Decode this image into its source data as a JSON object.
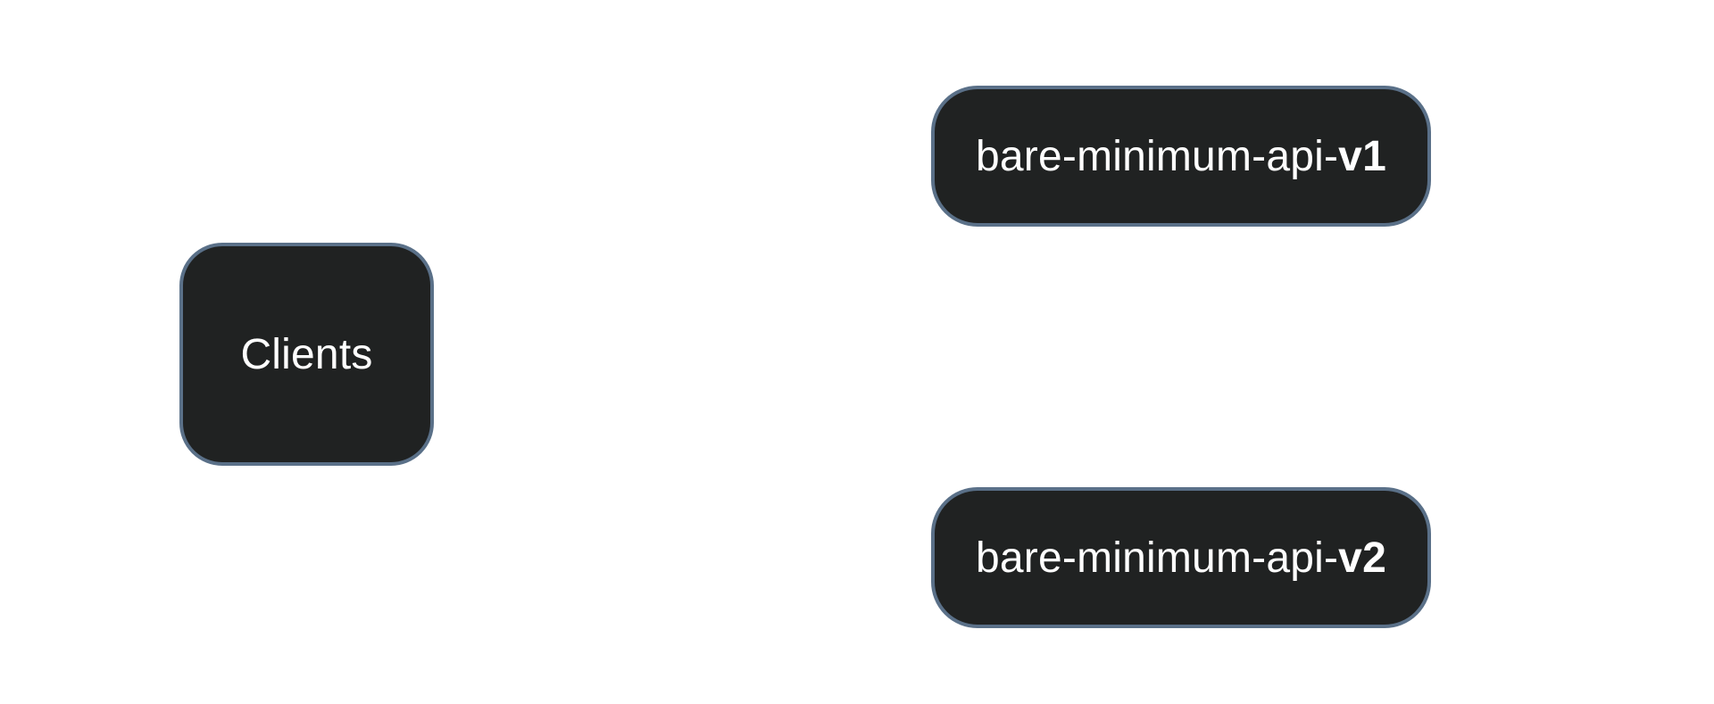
{
  "diagram": {
    "nodes": {
      "clients": {
        "label": "Clients"
      },
      "api_v1": {
        "prefix": "bare-minimum-api-",
        "suffix": "v1"
      },
      "api_v2": {
        "prefix": "bare-minimum-api-",
        "suffix": "v2"
      }
    },
    "colors": {
      "background": "#ffffff",
      "node_fill": "#202222",
      "node_border": "#5a7088",
      "node_text": "#ffffff"
    }
  }
}
